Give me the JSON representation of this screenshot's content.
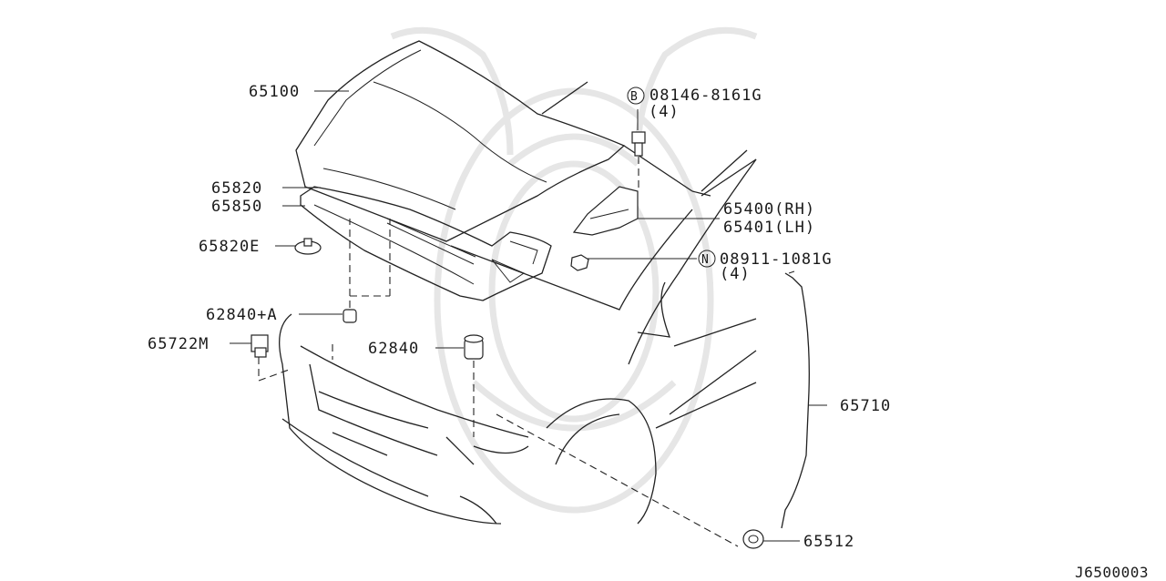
{
  "diagram_id": "J6500003",
  "callouts": {
    "hood": "65100",
    "seal_front": "65820",
    "insulator": "65850",
    "clip": "65820E",
    "bumper_stopper_a": "62840+A",
    "bumper_stopper": "62840",
    "lock_m": "65722M",
    "hinge_rh": "65400(RH)",
    "hinge_lh": "65401(LH)",
    "bolt_symbol": "B",
    "bolt_part": "08146-8161G",
    "bolt_qty": "(4)",
    "nut_symbol": "N",
    "nut_part": "08911-1081G",
    "nut_qty": "(4)",
    "support_rod": "65710",
    "grommet": "65512"
  },
  "colors": {
    "line": "#222222",
    "text": "#1a1a1a",
    "watermark": "#e6e6e6"
  }
}
